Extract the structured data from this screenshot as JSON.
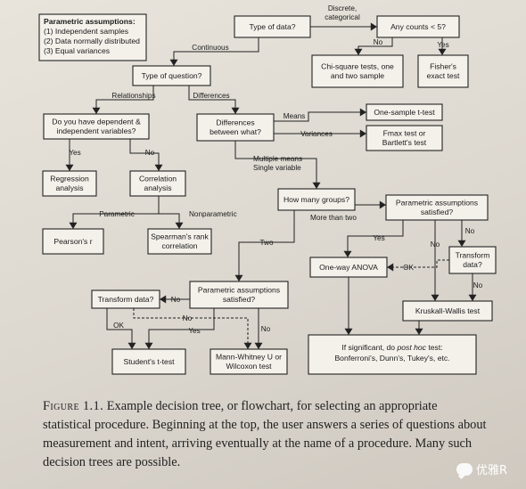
{
  "diagram": {
    "assumptions_box": {
      "title": "Parametric assumptions:",
      "items": [
        "(1) Independent samples",
        "(2) Data normally distributed",
        "(3) Equal variances"
      ]
    },
    "nodes": {
      "type_of_data": [
        "Type of data?"
      ],
      "any_counts": [
        "Any counts < 5?"
      ],
      "chi_square": [
        "Chi-square tests, one",
        "and two sample"
      ],
      "fishers": [
        "Fisher's",
        "exact test"
      ],
      "type_of_question": [
        "Type of question?"
      ],
      "dep_indep": [
        "Do you have dependent &",
        "independent variables?"
      ],
      "differences_what": [
        "Differences",
        "between what?"
      ],
      "one_sample_t": [
        "One-sample t-test"
      ],
      "fmax": [
        "Fmax test or",
        "Bartlett's test"
      ],
      "regression": [
        "Regression",
        "analysis"
      ],
      "correlation": [
        "Correlation",
        "analysis"
      ],
      "pearson": [
        "Pearson's r"
      ],
      "spearman": [
        "Spearman's rank",
        "correlation"
      ],
      "how_many_groups": [
        "How many groups?"
      ],
      "param_assump_right": [
        "Parametric assumptions",
        "satisfied?"
      ],
      "transform_right": [
        "Transform",
        "data?"
      ],
      "one_way_anova": [
        "One-way ANOVA"
      ],
      "kruskal": [
        "Kruskall-Wallis test"
      ],
      "param_assump_left": [
        "Parametric assumptions",
        "satisfied?"
      ],
      "transform_left": [
        "Transform data?"
      ],
      "students_t": [
        "Student's t-test"
      ],
      "mann_whitney": [
        "Mann-Whitney U or",
        "Wilcoxon test"
      ],
      "post_hoc_line1_prefix": "If significant, do ",
      "post_hoc_line1_italic": "post hoc",
      "post_hoc_line1_suffix": " test:",
      "post_hoc_line2": "Bonferroni's, Dunn's, Tukey's, etc."
    },
    "edge_labels": {
      "discrete_categorical": [
        "Discrete,",
        "categorical"
      ],
      "continuous": "Continuous",
      "no_counts": "No",
      "yes_counts": "Yes",
      "relationships": "Relationships",
      "differences": "Differences",
      "yes_dep": "Yes",
      "no_dep": "No",
      "parametric": "Parametric",
      "nonparametric": "Nonparametric",
      "means": "Means",
      "variances": "Variances",
      "multiple_means": [
        "Multiple means",
        "Single variable"
      ],
      "more_than_two": "More than two",
      "two": "Two",
      "yes_right": "Yes",
      "no_right_mid": "No",
      "no_right_transform": "No",
      "ok_right": "OK",
      "no_transform_right_down": "No",
      "no_left_to_transform": "No",
      "no_left_dashed": "No",
      "ok_left": "OK",
      "yes_left": "Yes",
      "no_left_down": "No"
    }
  },
  "caption": {
    "figure_label": "Figure 1.1.",
    "text": " Example decision tree, or flowchart, for selecting an appropriate statistical procedure. Beginning at the top, the user answers a series of questions about measurement and intent, arriving eventually at the name of a procedure. Many such decision trees are possible."
  },
  "watermark": {
    "text": "优雅R",
    "icon": "chat-bubble-icon"
  }
}
